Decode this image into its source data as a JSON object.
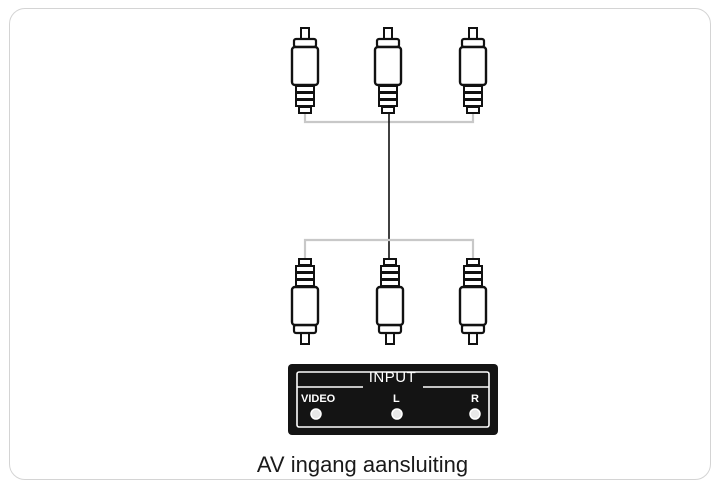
{
  "panel": {
    "title": "INPUT",
    "jacks": [
      {
        "label": "VIDEO"
      },
      {
        "label": "L"
      },
      {
        "label": "R"
      }
    ]
  },
  "caption": "AV ingang aansluiting",
  "colors": {
    "line": "#111111",
    "cable": "#c8c8c8",
    "panel": "#141414",
    "panel_text": "#ffffff",
    "border": "#d4d4d4"
  }
}
